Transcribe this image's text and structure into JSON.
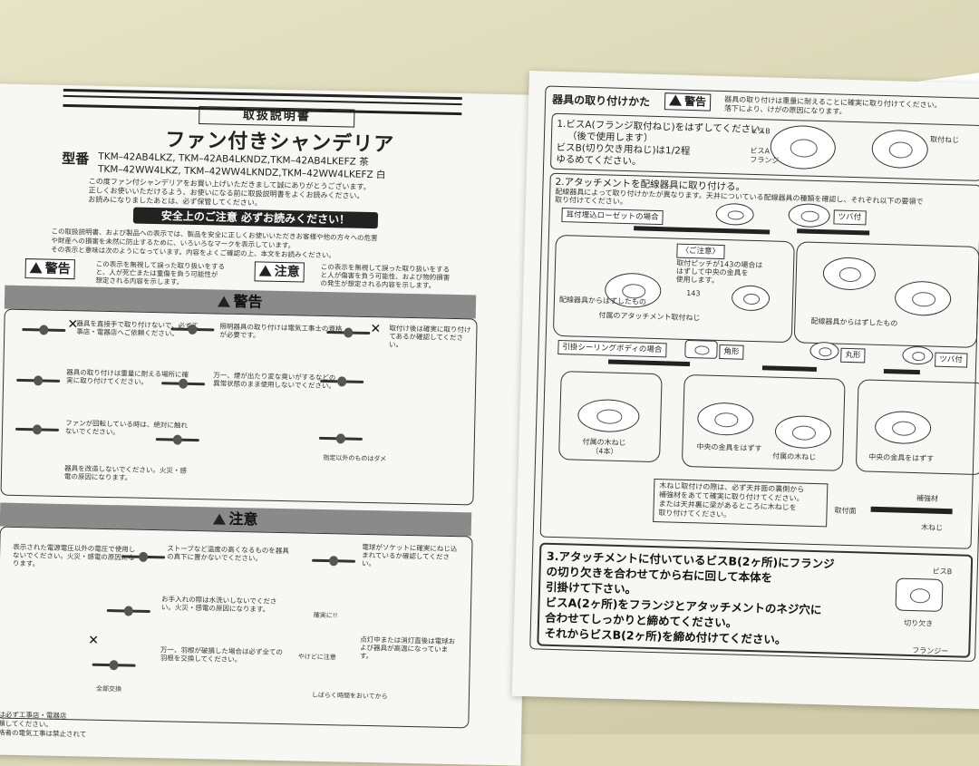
{
  "left_doc": {
    "doc_kind": "取扱説明書",
    "product_title": "ファン付きシャンデリア",
    "model_label": "型番",
    "models": [
      "TKM–42AB4LKZ, TKM–42AB4LKNDZ,TKM–42AB4LKEFZ 茶",
      "TKM–42WW4LKZ, TKM–42WW4LKNDZ,TKM–42WW4LKEFZ 白"
    ],
    "intro": [
      "この度ファン付シャンデリアをお買い上げいただきまして誠にありがとうございます。",
      "正しくお使いいただけるよう、お使いになる前に取扱説明書をよくお読みください。",
      "お読みになりましたあとは、必ず保管してください。"
    ],
    "safety_bar": "安全上のご注意 必ずお読みください！",
    "safety_text": [
      "この取扱説明書、および製品への表示では、製品を安全に正しくお使いいただきお客様や他の方々への危害",
      "や財産への損害を未然に防止するために、いろいろなマークを表示しています。",
      "その表示と意味は次のようになっています。内容をよくご確認の上、本文をお読みください。"
    ],
    "warning_label": "警告",
    "warning_desc": [
      "この表示を無視して誤った取り扱いをする",
      "と、人が死亡または重傷を負う可能性が",
      "想定される内容を示します。"
    ],
    "caution_label": "注意",
    "caution_desc": [
      "この表示を無視して誤った取り扱いをする",
      "と人が傷害を負う可能性、および物的損害",
      "の発生が想定される内容を示します。"
    ],
    "warning_section": "警告",
    "caution_section": "注意",
    "warning_blurbs": [
      "器具を直接手で取り付けないで、必ず工事店・電器店へご依頼ください。",
      "照明器具の取り付けは電気工事士の資格が必要です。",
      "取付け後は確実に取り付けてあるか確認してください。",
      "器具の取り付けは重量に耐える場所に確実に取り付けてください。",
      "万一、煙が出たり変な臭いがするなどの異常状態のまま使用しないでください。",
      "ファンが回転している時は、絶対に触れないでください。",
      "器具を改造しないでください。火災・感電の原因になります。"
    ],
    "caution_blurbs": [
      "表示された電源電圧以外の電圧で使用しないでください。火災・感電の原因になります。",
      "ストーブなど温度の高くなるものを器具の真下に置かないでください。",
      "お手入れの際は水洗いしないでください。火災・感電の原因になります。",
      "電球がソケットに確実にねじ込まれているか確認してください。",
      "万一、羽根が破損した場合は必ず全ての羽根を交換してください。",
      "点灯中または消灯直後は電球および器具が高温になっています。"
    ],
    "captions": [
      "全部交換",
      "確実に!!",
      "やけどに注意",
      "しばらく時間をおいてから",
      "指定以外のものはダメ"
    ],
    "footer": [
      "工事は必ず工事店・電器店",
      "に依頼してください。",
      "無資格者の電気工事は禁止されて"
    ]
  },
  "right_doc": {
    "heading": "器具の取り付けかた",
    "warning_label": "警告",
    "warning_text": [
      "器具の取り付けは重量に耐えることに確実に取り付けてください。",
      "落下により、けがの原因になります。"
    ],
    "step1": [
      "1.ビスA(フランジ取付ねじ)をはずしてください。",
      "（後で使用します）",
      "ビスB(切り欠き用ねじ)は1/2程",
      "ゆるめてください。"
    ],
    "step1_parts": [
      "ビスB",
      "ビスA",
      "フランジ",
      "取付ねじ"
    ],
    "step2": "2.アタッチメントを配線器具に取り付ける。",
    "step2_sub": "配線器具によって取り付けかたが異なります。天井についている配線器具の種類を確認し、それぞれ以下の要領で",
    "step2_sub2": "取り付けてください。",
    "embedded_rosette": "埋込ローゼットの場合",
    "embedded_prefix": "耳付",
    "tsuba": "ツバ付",
    "notice_title": "〈ご注意〉",
    "notice_text": [
      "取付ピッチが143の場合は",
      "はずして中央の金具を",
      "使用します。"
    ],
    "pitch": "143",
    "ceiling_body": "引掛シーリングボディの場合",
    "shapes": [
      "角形",
      "丸形",
      "ツバ付"
    ],
    "part_labels": [
      "付属の木ねじ",
      "（4本）",
      "中央の金具をはずす",
      "配線器具からはずしたもの",
      "付属のアタッチメント取付ねじ"
    ],
    "wood_screw_note": [
      "木ねじ取付けの際は、必ず天井面の裏側から",
      "補強材をあてて確実に取り付けてください。",
      "または天井裏に梁があるところに木ねじを",
      "取り付けてください。"
    ],
    "reinforce_labels": [
      "補強材",
      "取付面",
      "木ねじ"
    ],
    "step3": [
      "3.アタッチメントに付いているビスB(2ヶ所)にフランジ",
      "の切り欠きを合わせてから右に回して本体を",
      "引掛けて下さい。",
      "ビスA(2ヶ所)をフランジとアタッチメントのネジ穴に",
      "合わせてしっかりと締めてください。",
      "それからビスB(2ヶ所)を締め付けてください。"
    ],
    "step3_labels": [
      "ビスB",
      "切り欠き",
      "フランジー"
    ]
  }
}
